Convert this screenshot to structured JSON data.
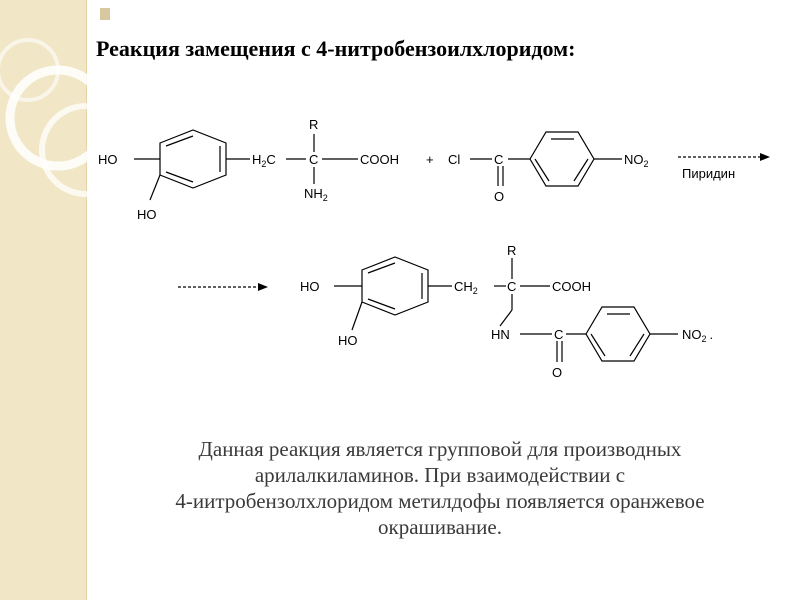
{
  "slide": {
    "title": "Реакция замещения с 4-нитробензоилхлоридом:",
    "body_lines": [
      "Данная реакция является групповой для производных",
      "арилалкиламинов. При взаимодействии с",
      "4-иитробензолхлоридом метилдофы появляется оранжевое",
      "окрашивание."
    ]
  },
  "reaction": {
    "reactant1": {
      "ho_para": "HO",
      "ho_meta": "HO",
      "ch2_main": "H",
      "ch2_c": "C",
      "ch2_sub": "2",
      "alpha_c": "C",
      "r": "R",
      "cooh": "COOH",
      "nh_main": "NH",
      "nh_sub": "2"
    },
    "plus": "+",
    "reagent": {
      "cl": "Cl",
      "carbonyl_c": "C",
      "carbonyl_o": "O",
      "no2_main": "NO",
      "no2_sub": "2"
    },
    "condition": "Пиридин",
    "product": {
      "ho_para": "HO",
      "ho_meta": "HO",
      "ch2_main": "CH",
      "ch2_sub": "2",
      "alpha_c": "C",
      "r": "R",
      "cooh": "COOH",
      "hn": "HN",
      "carbonyl_c": "C",
      "carbonyl_o": "O",
      "no2_main": "NO",
      "no2_sub": "2",
      "end_dot": "."
    }
  },
  "colors": {
    "side_band": "#f1e6c6",
    "ornament": "#ffffff",
    "body_text": "#3a3a3a"
  }
}
